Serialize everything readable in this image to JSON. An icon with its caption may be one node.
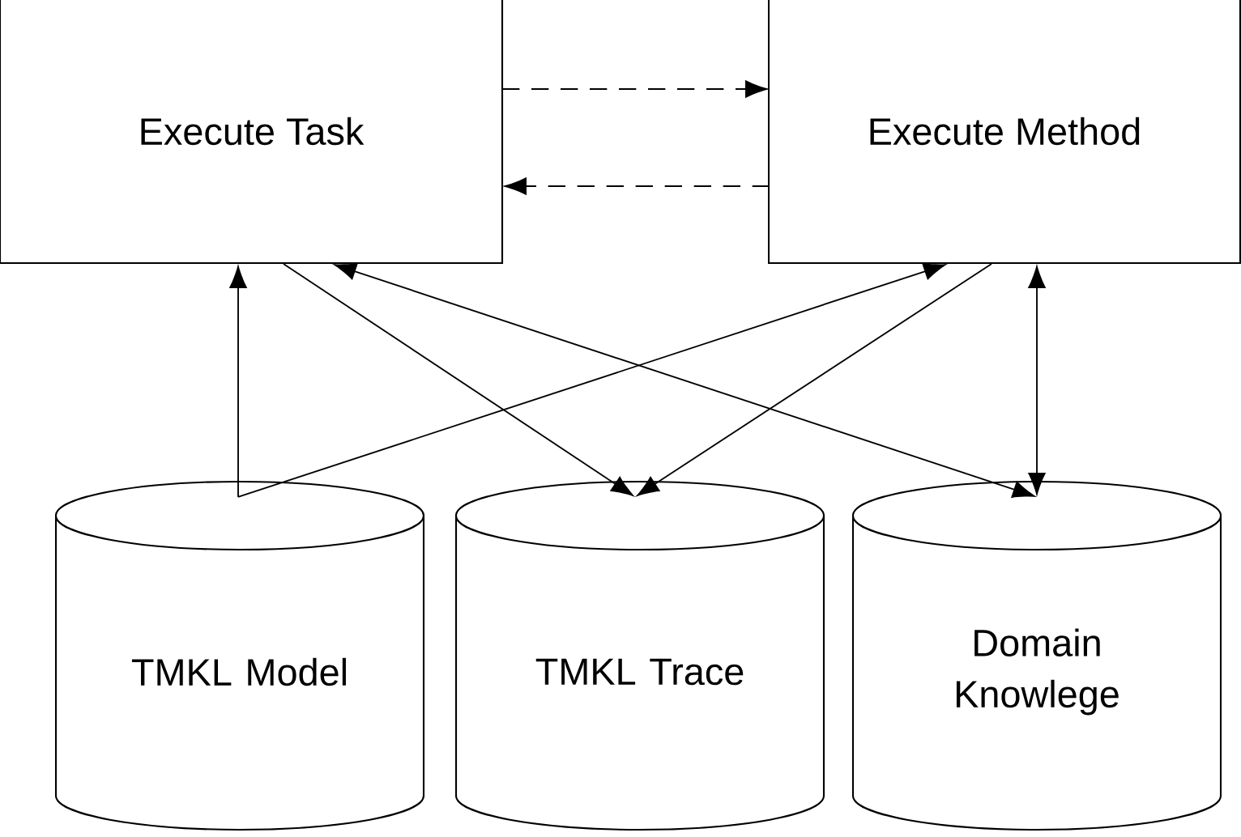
{
  "diagram": {
    "nodes": [
      {
        "text": [
          "Execute Task"
        ]
      },
      {
        "text": [
          "Execute Method"
        ]
      },
      {
        "text": [
          "TMKL Model"
        ]
      },
      {
        "text": [
          "TMKL Trace"
        ]
      },
      {
        "text": [
          "Domain Knowlege"
        ]
      }
    ],
    "edges": [
      {
        "from": 0,
        "to": 1,
        "arrow": "to",
        "style": "dashed"
      },
      {
        "from": 1,
        "to": 0,
        "arrow": "to",
        "style": "dashed"
      },
      {
        "from": 2,
        "to": 0,
        "arrow": "to"
      },
      {
        "from": 2,
        "to": 1,
        "arrow": "to"
      },
      {
        "from": 0,
        "to": 3,
        "arrow": "to"
      },
      {
        "from": 1,
        "to": 3,
        "arrow": "to"
      },
      {
        "from": 0,
        "to": 4,
        "arrow": "both"
      },
      {
        "from": 1,
        "to": 4,
        "arrow": "both"
      }
    ]
  }
}
